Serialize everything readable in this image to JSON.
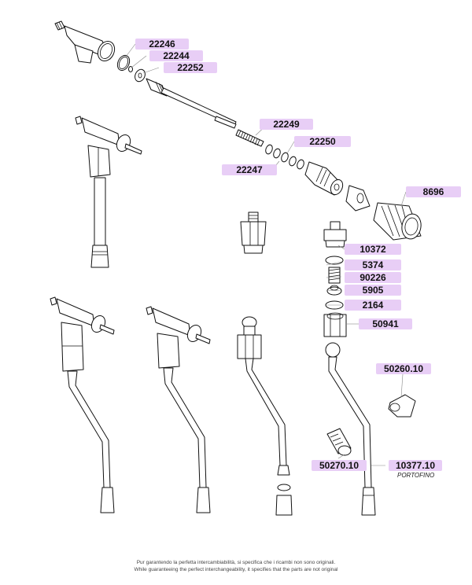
{
  "diagram": {
    "type": "exploded-parts-diagram",
    "labels": [
      {
        "id": "22246",
        "text": "22246"
      },
      {
        "id": "22244",
        "text": "22244"
      },
      {
        "id": "22252",
        "text": "22252"
      },
      {
        "id": "22249",
        "text": "22249"
      },
      {
        "id": "22250",
        "text": "22250"
      },
      {
        "id": "22247",
        "text": "22247"
      },
      {
        "id": "8696",
        "text": "8696"
      },
      {
        "id": "10372",
        "text": "10372"
      },
      {
        "id": "5374",
        "text": "5374"
      },
      {
        "id": "90226",
        "text": "90226"
      },
      {
        "id": "5905",
        "text": "5905"
      },
      {
        "id": "2164",
        "text": "2164"
      },
      {
        "id": "50941",
        "text": "50941"
      },
      {
        "id": "50260.10",
        "text": "50260.10"
      },
      {
        "id": "50270.10",
        "text": "50270.10"
      },
      {
        "id": "10377.10",
        "text": "10377.10",
        "subtitle": "PORTOFINO"
      }
    ],
    "label_color": "#e8cef6"
  },
  "footer": {
    "line1": "Pur garantendo la perfetta intercambiabilità, si specifica che i ricambi non sono originali.",
    "line2": "While guaranteeing the perfect interchangeability, it specifies that the parts are not original"
  }
}
